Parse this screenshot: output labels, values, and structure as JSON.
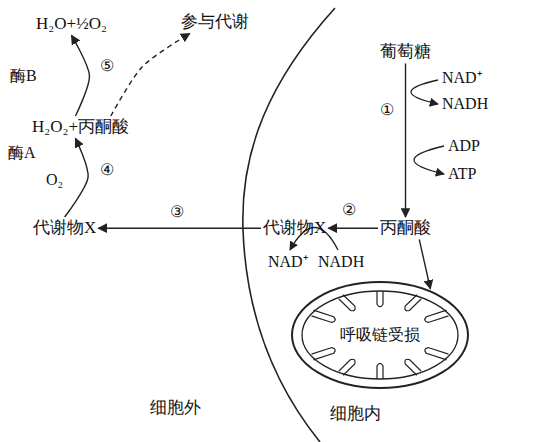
{
  "diagram": {
    "nodes": [
      {
        "text": [
          "葡萄糖"
        ]
      },
      {
        "text": [
          "丙酮酸"
        ]
      },
      {
        "text": [
          "代谢物X"
        ]
      },
      {
        "text": [
          "代谢物X"
        ]
      },
      {
        "text": [
          "H₂O₂+丙酮酸"
        ]
      },
      {
        "text": [
          "H₂O+½O₂"
        ]
      },
      {
        "text": [
          "参与代谢"
        ]
      },
      {
        "text": [
          "呼吸链受损"
        ]
      }
    ],
    "edges": [
      {
        "from": 0,
        "to": 1,
        "arrow": "to"
      },
      {
        "from": 1,
        "to": 2,
        "arrow": "to"
      },
      {
        "from": 2,
        "to": 3,
        "arrow": "to"
      },
      {
        "from": 3,
        "to": 4,
        "arrow": "to"
      },
      {
        "from": 4,
        "to": 5,
        "arrow": "to"
      },
      {
        "from": 4,
        "to": 6,
        "arrow": "to"
      },
      {
        "from": 1,
        "to": 7,
        "arrow": "to"
      }
    ],
    "labels": [
      "①",
      "NAD⁺",
      "NADH",
      "ADP",
      "ATP",
      "②",
      "NAD⁺",
      "NADH",
      "③",
      "④",
      "O₂",
      "酶A",
      "⑤",
      "酶B",
      "细胞外",
      "细胞内"
    ]
  }
}
